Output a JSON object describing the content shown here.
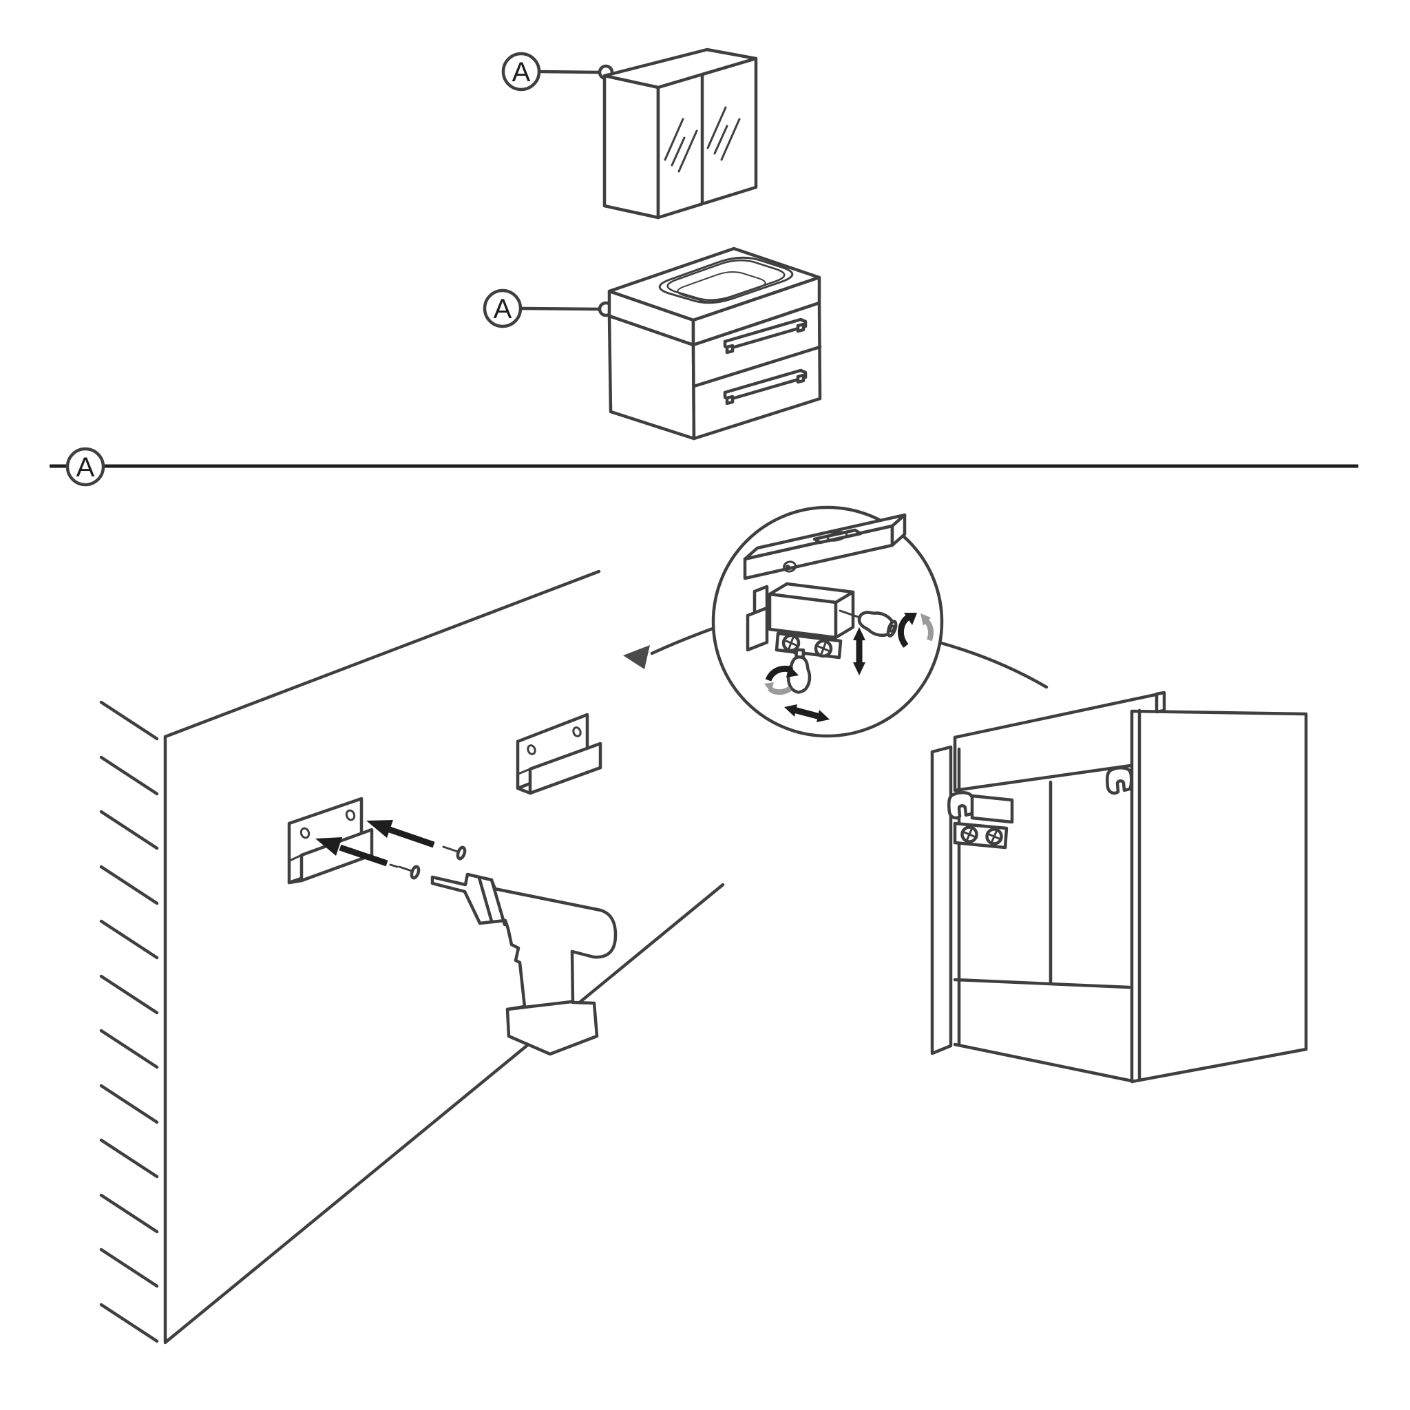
{
  "page": {
    "title": "Assembly instruction - wall-hung vanity unit and mirror cabinet",
    "background": "#ffffff"
  },
  "colors": {
    "line": "#3f3f3f",
    "arrow_black": "#1e1e1e",
    "arrow_gray": "#9b9b9b",
    "surface": "#ffffff"
  },
  "callouts": {
    "mirror_cabinet": "A",
    "vanity_unit": "A",
    "section_marker": "A"
  },
  "figures": {
    "parts_overview": [
      {
        "icon": "mirror-cabinet",
        "label": "A"
      },
      {
        "icon": "vanity-unit-with-basin-and-two-drawers",
        "label": "A"
      }
    ],
    "installation_step": {
      "marker": "A",
      "icons": [
        "wall-with-hatching",
        "wall-bracket-upper",
        "wall-bracket-lower",
        "mounting-screw",
        "mounting-screw",
        "direction-arrow",
        "direction-arrow",
        "cordless-drill",
        "magnifier-detail-circle",
        "spirit-level",
        "hanging-bracket-adjuster",
        "phillips-screw",
        "phillips-screw",
        "screwdriver-horizontal",
        "screwdriver-vertical",
        "rotation-arrow-black",
        "rotation-arrow-gray",
        "vertical-double-arrow",
        "horizontal-double-arrow",
        "cabinet-rear-view",
        "hanging-hook",
        "hanging-hook",
        "fixing-plate-with-screws"
      ]
    }
  }
}
